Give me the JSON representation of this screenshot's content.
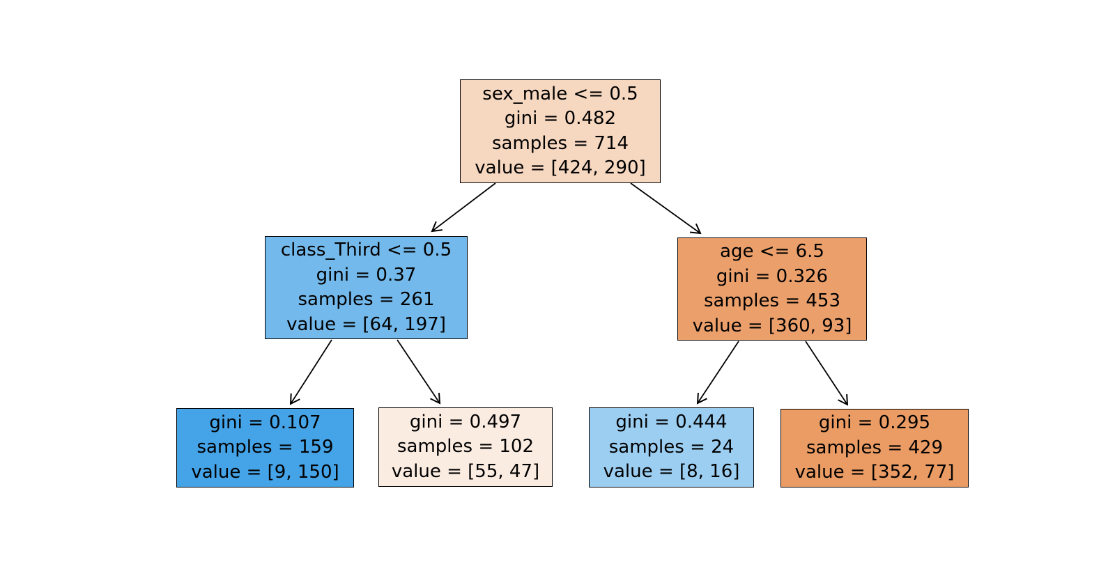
{
  "figure": {
    "kind": "decision-tree-plot",
    "background_color": "#ffffff",
    "border_color": "#000000",
    "class_colors": {
      "class_0_orange": "#e58139",
      "class_1_blue": "#399de5"
    }
  },
  "tree": {
    "root": {
      "label": "sex_male <= 0.5",
      "gini": "gini = 0.482",
      "samples": "samples = 714",
      "value": "value = [424, 290]",
      "fill": "#f6d7c0"
    },
    "left": {
      "label": "class_Third <= 0.5",
      "gini": "gini = 0.37",
      "samples": "samples = 261",
      "value": "value = [64, 197]",
      "fill": "#74b9eb"
    },
    "right": {
      "label": "age <= 6.5",
      "gini": "gini = 0.326",
      "samples": "samples = 453",
      "value": "value = [360, 93]",
      "fill": "#eba06c"
    },
    "leaf_ll": {
      "gini": "gini = 0.107",
      "samples": "samples = 159",
      "value": "value = [9, 150]",
      "fill": "#45a3e7"
    },
    "leaf_lr": {
      "gini": "gini = 0.497",
      "samples": "samples = 102",
      "value": "value = [55, 47]",
      "fill": "#fbece2"
    },
    "leaf_rl": {
      "gini": "gini = 0.444",
      "samples": "samples = 24",
      "value": "value = [8, 16]",
      "fill": "#9ccef2"
    },
    "leaf_rr": {
      "gini": "gini = 0.295",
      "samples": "samples = 429",
      "value": "value = [352, 77]",
      "fill": "#ea9c64"
    }
  }
}
